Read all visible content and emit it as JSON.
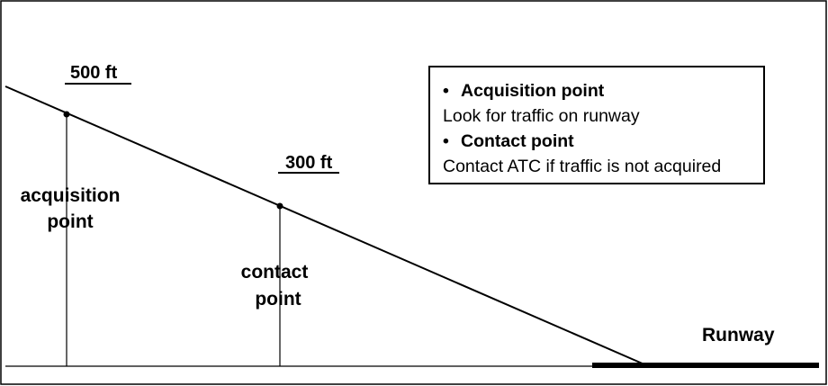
{
  "diagram": {
    "acquisition_altitude": "500 ft",
    "contact_altitude": "300 ft",
    "acquisition_label_line1": "acquisition",
    "acquisition_label_line2": "point",
    "contact_label_line1": "contact",
    "contact_label_line2": "point",
    "runway_label": "Runway"
  },
  "legend": {
    "items": [
      {
        "bullet": "•",
        "heading": "Acquisition point",
        "description": "Look for traffic on runway"
      },
      {
        "bullet": "•",
        "heading": "Contact point",
        "description": "Contact ATC if traffic is not acquired"
      }
    ]
  }
}
